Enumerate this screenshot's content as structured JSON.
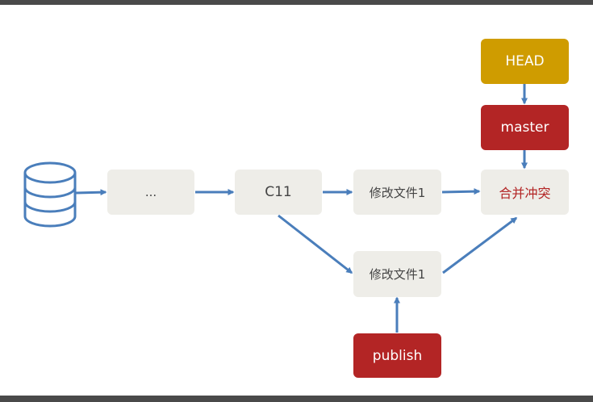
{
  "diagram": {
    "nodes": {
      "ellipsis": "...",
      "c11": "C11",
      "commit_top": "修改文件1",
      "commit_bottom": "修改文件1",
      "merge_conflict": "合并冲突",
      "head": "HEAD",
      "master": "master",
      "publish": "publish"
    },
    "icons": {
      "repository": "database-icon"
    },
    "colors": {
      "commit_fill": "#eeede8",
      "head_fill": "#cf9c00",
      "branch_fill": "#b32525",
      "arrow": "#4a7ebb",
      "conflict_text": "#b32525"
    }
  }
}
